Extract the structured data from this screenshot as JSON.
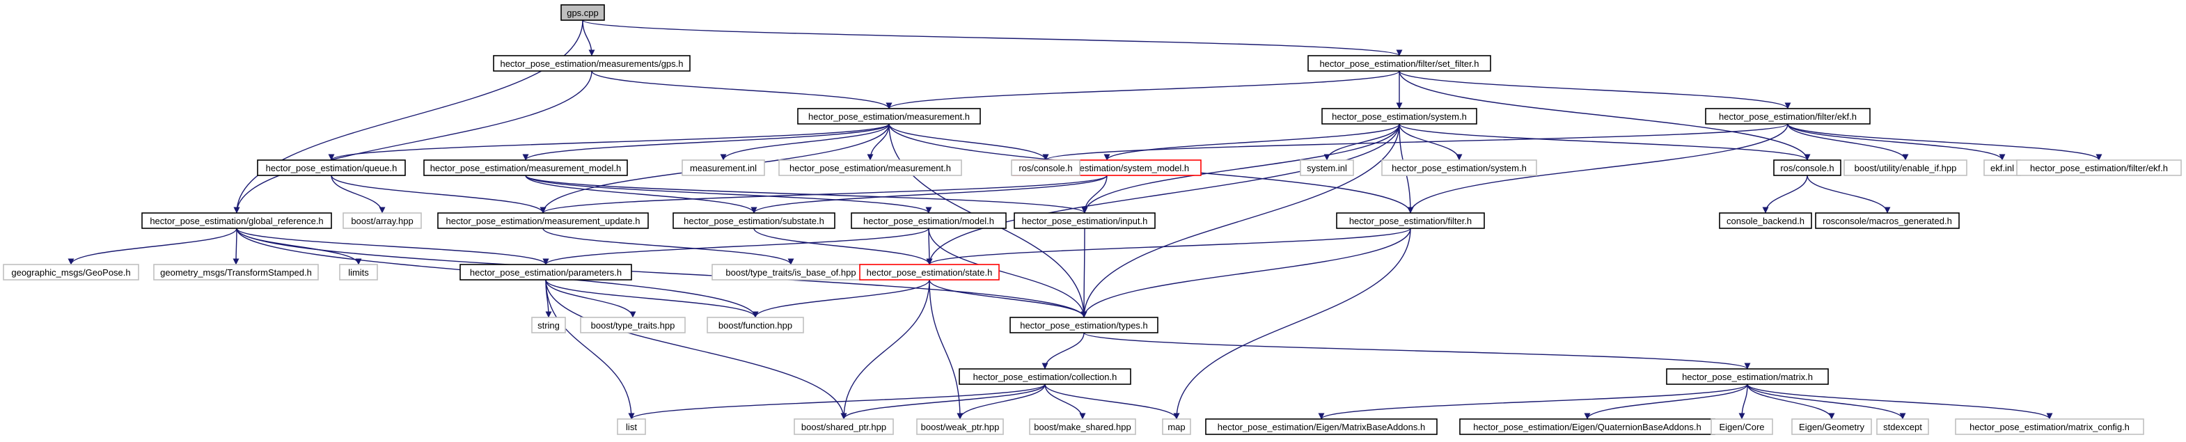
{
  "colors": {
    "edge": "#191970",
    "box_normal": "#000000",
    "box_red": "#ff0000",
    "box_gray": "#bfbfbf",
    "root_fill": "#bfbfbf"
  },
  "nodes": [
    {
      "id": "gps_cpp",
      "label": "gps.cpp",
      "style": "root"
    },
    {
      "id": "meas_gps",
      "label": "hector_pose_estimation/measurements/gps.h",
      "style": "normal"
    },
    {
      "id": "set_filter",
      "label": "hector_pose_estimation/filter/set_filter.h",
      "style": "normal"
    },
    {
      "id": "measurement_h",
      "label": "hector_pose_estimation/measurement.h",
      "style": "normal"
    },
    {
      "id": "system_h",
      "label": "hector_pose_estimation/system.h",
      "style": "normal"
    },
    {
      "id": "ekf_h",
      "label": "hector_pose_estimation/filter/ekf.h",
      "style": "normal"
    },
    {
      "id": "queue_h",
      "label": "hector_pose_estimation/queue.h",
      "style": "normal"
    },
    {
      "id": "meas_model",
      "label": "hector_pose_estimation/measurement_model.h",
      "style": "normal"
    },
    {
      "id": "meas_inl",
      "label": "measurement.inl",
      "style": "gray"
    },
    {
      "id": "meas_h_ext",
      "label": "hector_pose_estimation/measurement.h",
      "style": "gray"
    },
    {
      "id": "sys_model",
      "label": "hector_pose_estimation/system_model.h",
      "style": "red"
    },
    {
      "id": "system_inl",
      "label": "system.inl",
      "style": "gray"
    },
    {
      "id": "system_h_ext",
      "label": "hector_pose_estimation/system.h",
      "style": "gray"
    },
    {
      "id": "ros_console_gray",
      "label": "ros/console.h",
      "style": "gray"
    },
    {
      "id": "ros_console",
      "label": "ros/console.h",
      "style": "normal"
    },
    {
      "id": "enable_if",
      "label": "boost/utility/enable_if.hpp",
      "style": "gray"
    },
    {
      "id": "ekf_inl",
      "label": "ekf.inl",
      "style": "gray"
    },
    {
      "id": "filter_ekf",
      "label": "hector_pose_estimation/filter/ekf.h",
      "style": "gray"
    },
    {
      "id": "global_ref",
      "label": "hector_pose_estimation/global_reference.h",
      "style": "normal"
    },
    {
      "id": "array_hpp",
      "label": "boost/array.hpp",
      "style": "gray"
    },
    {
      "id": "meas_update",
      "label": "hector_pose_estimation/measurement_update.h",
      "style": "normal"
    },
    {
      "id": "substate",
      "label": "hector_pose_estimation/substate.h",
      "style": "normal"
    },
    {
      "id": "model_h",
      "label": "hector_pose_estimation/model.h",
      "style": "normal"
    },
    {
      "id": "input_h",
      "label": "hector_pose_estimation/input.h",
      "style": "normal"
    },
    {
      "id": "filter_h",
      "label": "hector_pose_estimation/filter.h",
      "style": "normal"
    },
    {
      "id": "console_backend",
      "label": "console_backend.h",
      "style": "normal"
    },
    {
      "id": "rosconsole_macros",
      "label": "rosconsole/macros_generated.h",
      "style": "normal"
    },
    {
      "id": "geopose",
      "label": "geographic_msgs/GeoPose.h",
      "style": "gray"
    },
    {
      "id": "transform_stamped",
      "label": "geometry_msgs/TransformStamped.h",
      "style": "gray"
    },
    {
      "id": "limits",
      "label": "limits",
      "style": "gray"
    },
    {
      "id": "parameters",
      "label": "hector_pose_estimation/parameters.h",
      "style": "normal"
    },
    {
      "id": "is_base_of",
      "label": "boost/type_traits/is_base_of.hpp",
      "style": "gray"
    },
    {
      "id": "state_h",
      "label": "hector_pose_estimation/state.h",
      "style": "red"
    },
    {
      "id": "string",
      "label": "string",
      "style": "gray"
    },
    {
      "id": "type_traits",
      "label": "boost/type_traits.hpp",
      "style": "gray"
    },
    {
      "id": "function_hpp",
      "label": "boost/function.hpp",
      "style": "gray"
    },
    {
      "id": "types_h",
      "label": "hector_pose_estimation/types.h",
      "style": "normal"
    },
    {
      "id": "collection",
      "label": "hector_pose_estimation/collection.h",
      "style": "normal"
    },
    {
      "id": "matrix_h",
      "label": "hector_pose_estimation/matrix.h",
      "style": "normal"
    },
    {
      "id": "list",
      "label": "list",
      "style": "gray"
    },
    {
      "id": "shared_ptr",
      "label": "boost/shared_ptr.hpp",
      "style": "gray"
    },
    {
      "id": "weak_ptr",
      "label": "boost/weak_ptr.hpp",
      "style": "gray"
    },
    {
      "id": "make_shared",
      "label": "boost/make_shared.hpp",
      "style": "gray"
    },
    {
      "id": "map",
      "label": "map",
      "style": "gray"
    },
    {
      "id": "matrix_base_addons",
      "label": "hector_pose_estimation/Eigen/MatrixBaseAddons.h",
      "style": "normal"
    },
    {
      "id": "quaternion_base_addons",
      "label": "hector_pose_estimation/Eigen/QuaternionBaseAddons.h",
      "style": "normal"
    },
    {
      "id": "eigen_core",
      "label": "Eigen/Core",
      "style": "gray"
    },
    {
      "id": "eigen_geometry",
      "label": "Eigen/Geometry",
      "style": "gray"
    },
    {
      "id": "stdexcept",
      "label": "stdexcept",
      "style": "gray"
    },
    {
      "id": "matrix_config",
      "label": "hector_pose_estimation/matrix_config.h",
      "style": "gray"
    }
  ],
  "edges": [
    [
      "gps_cpp",
      "meas_gps"
    ],
    [
      "gps_cpp",
      "set_filter"
    ],
    [
      "gps_cpp",
      "global_ref"
    ],
    [
      "meas_gps",
      "measurement_h"
    ],
    [
      "meas_gps",
      "global_ref"
    ],
    [
      "set_filter",
      "measurement_h"
    ],
    [
      "set_filter",
      "system_h"
    ],
    [
      "set_filter",
      "ekf_h"
    ],
    [
      "set_filter",
      "ros_console"
    ],
    [
      "measurement_h",
      "queue_h"
    ],
    [
      "measurement_h",
      "meas_model"
    ],
    [
      "measurement_h",
      "meas_inl"
    ],
    [
      "measurement_h",
      "meas_h_ext"
    ],
    [
      "measurement_h",
      "ros_console_gray"
    ],
    [
      "measurement_h",
      "meas_update"
    ],
    [
      "measurement_h",
      "filter_h"
    ],
    [
      "measurement_h",
      "types_h"
    ],
    [
      "system_h",
      "sys_model"
    ],
    [
      "system_h",
      "system_inl"
    ],
    [
      "system_h",
      "system_h_ext"
    ],
    [
      "system_h",
      "ros_console"
    ],
    [
      "system_h",
      "input_h"
    ],
    [
      "system_h",
      "filter_h"
    ],
    [
      "system_h",
      "state_h"
    ],
    [
      "system_h",
      "types_h"
    ],
    [
      "ekf_h",
      "ros_console_gray"
    ],
    [
      "ekf_h",
      "enable_if"
    ],
    [
      "ekf_h",
      "ekf_inl"
    ],
    [
      "ekf_h",
      "filter_ekf"
    ],
    [
      "ekf_h",
      "filter_h"
    ],
    [
      "queue_h",
      "array_hpp"
    ],
    [
      "queue_h",
      "meas_update"
    ],
    [
      "meas_model",
      "substate"
    ],
    [
      "meas_model",
      "model_h"
    ],
    [
      "meas_model",
      "input_h"
    ],
    [
      "sys_model",
      "substate"
    ],
    [
      "sys_model",
      "input_h"
    ],
    [
      "sys_model",
      "meas_update"
    ],
    [
      "ros_console",
      "console_backend"
    ],
    [
      "ros_console",
      "rosconsole_macros"
    ],
    [
      "global_ref",
      "geopose"
    ],
    [
      "global_ref",
      "transform_stamped"
    ],
    [
      "global_ref",
      "limits"
    ],
    [
      "global_ref",
      "parameters"
    ],
    [
      "global_ref",
      "function_hpp"
    ],
    [
      "global_ref",
      "types_h"
    ],
    [
      "meas_update",
      "is_base_of"
    ],
    [
      "substate",
      "state_h"
    ],
    [
      "model_h",
      "parameters"
    ],
    [
      "model_h",
      "state_h"
    ],
    [
      "model_h",
      "types_h"
    ],
    [
      "input_h",
      "types_h"
    ],
    [
      "filter_h",
      "state_h"
    ],
    [
      "filter_h",
      "types_h"
    ],
    [
      "filter_h",
      "map"
    ],
    [
      "parameters",
      "string"
    ],
    [
      "parameters",
      "type_traits"
    ],
    [
      "parameters",
      "function_hpp"
    ],
    [
      "parameters",
      "shared_ptr"
    ],
    [
      "parameters",
      "list"
    ],
    [
      "state_h",
      "function_hpp"
    ],
    [
      "state_h",
      "types_h"
    ],
    [
      "state_h",
      "shared_ptr"
    ],
    [
      "state_h",
      "weak_ptr"
    ],
    [
      "types_h",
      "collection"
    ],
    [
      "types_h",
      "matrix_h"
    ],
    [
      "collection",
      "list"
    ],
    [
      "collection",
      "shared_ptr"
    ],
    [
      "collection",
      "weak_ptr"
    ],
    [
      "collection",
      "make_shared"
    ],
    [
      "collection",
      "map"
    ],
    [
      "matrix_h",
      "matrix_base_addons"
    ],
    [
      "matrix_h",
      "quaternion_base_addons"
    ],
    [
      "matrix_h",
      "eigen_core"
    ],
    [
      "matrix_h",
      "eigen_geometry"
    ],
    [
      "matrix_h",
      "stdexcept"
    ],
    [
      "matrix_h",
      "matrix_config"
    ]
  ]
}
